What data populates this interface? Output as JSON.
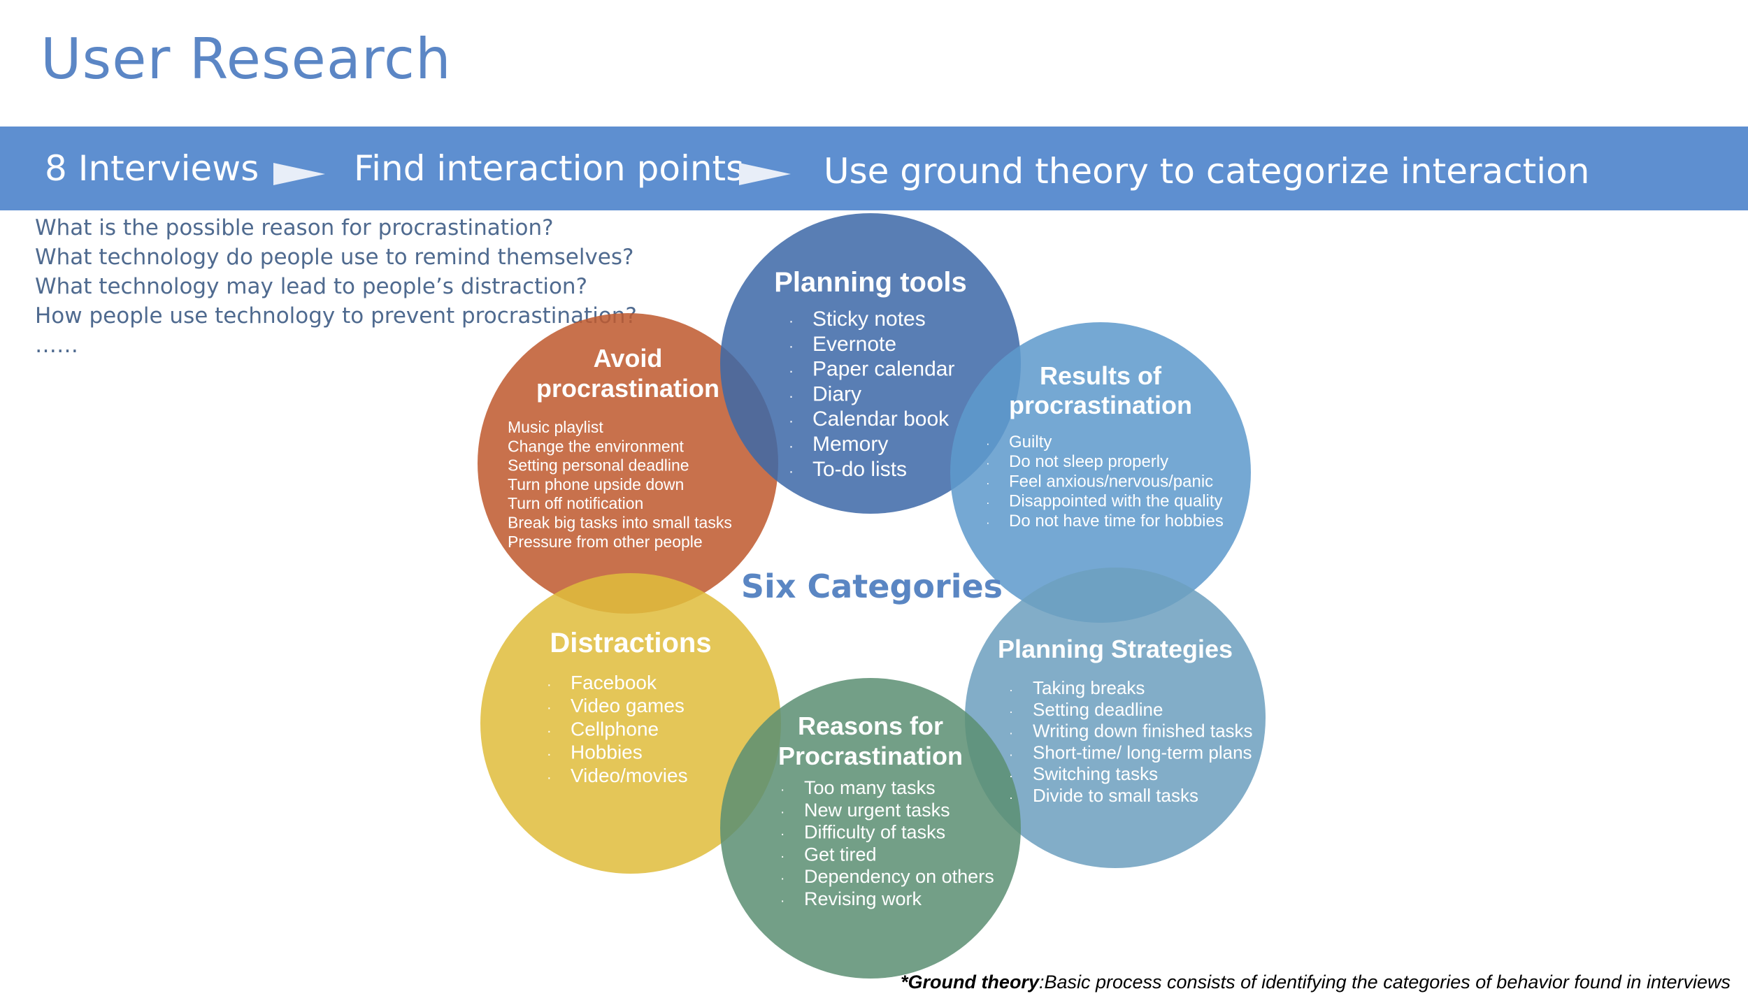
{
  "title": "User Research",
  "banner": {
    "steps": [
      "8 Interviews",
      "Find interaction points",
      "Use ground theory to categorize interaction"
    ]
  },
  "questions": [
    "What is the possible reason for procrastination?",
    "What technology do people use to remind themselves?",
    "What technology may lead to people’s distraction?",
    "How people use technology to prevent procrastination?",
    "……"
  ],
  "center_label": "Six Categories",
  "colors": {
    "title": "#5b86c5",
    "banner": "#5e8fd0",
    "center_label": "#5a86c3"
  },
  "categories": [
    {
      "key": "avoid",
      "title_lines": [
        "Avoid",
        "procrastination"
      ],
      "color": "#bf5a2e",
      "items": [
        "Music playlist",
        "Change the environment",
        "Setting personal deadline",
        "Turn phone upside down",
        "Turn off notification",
        "Break big tasks into small tasks",
        "Pressure from other people"
      ]
    },
    {
      "key": "planning-tools",
      "title_lines": [
        "Planning tools"
      ],
      "color": "#3e69a8",
      "items": [
        "Sticky notes",
        "Evernote",
        "Paper calendar",
        "Diary",
        "Calendar book",
        "Memory",
        "To-do lists"
      ]
    },
    {
      "key": "results",
      "title_lines": [
        "Results of",
        "procrastination"
      ],
      "color": "#5e9acc",
      "items": [
        "Guilty",
        "Do not sleep properly",
        "Feel anxious/nervous/panic",
        "Disappointed with the quality",
        "Do not have time for hobbies"
      ]
    },
    {
      "key": "distractions",
      "title_lines": [
        "Distractions"
      ],
      "color": "#dfbd3d",
      "items": [
        "Facebook",
        "Video games",
        " Cellphone",
        "Hobbies",
        "Video/movies"
      ]
    },
    {
      "key": "planning-strategies",
      "title_lines": [
        "Planning  Strategies"
      ],
      "color": "#6d9fbf",
      "items": [
        "Taking breaks",
        "Setting deadline",
        "Writing down finished tasks",
        "Short-time/ long-term plans",
        "Switching tasks",
        "Divide to small tasks"
      ]
    },
    {
      "key": "reasons",
      "title_lines": [
        "Reasons for",
        "Procrastination"
      ],
      "color": "#5c8f73",
      "items": [
        "Too many tasks",
        "New urgent tasks",
        "Difficulty of tasks",
        "Get tired",
        "Dependency on others",
        "Revising work"
      ]
    }
  ],
  "footnote": {
    "term": "*Ground theory",
    "text": ":Basic process consists of identifying the categories of behavior found in interviews"
  }
}
